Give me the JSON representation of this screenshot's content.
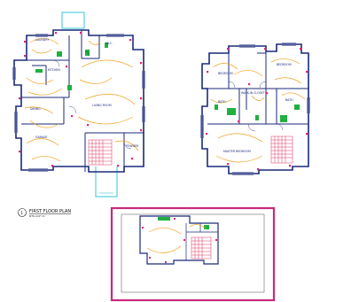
{
  "colors": {
    "wall": "#1b2a7a",
    "circuit": "#f0a020",
    "outlet": "#e0267a",
    "fixture": "#20b040",
    "stair": "#e03060",
    "deck": "#35c6d8",
    "viewport_frame": "#c8297a",
    "background": "#ffffff"
  },
  "drawing": {
    "title": "FIRST FLOOR PLAN",
    "scale": "NTS-1/4\"=1'",
    "marker_number": "1"
  },
  "first_floor_rooms": [
    {
      "key": "laundry",
      "name": "LAUNDRY"
    },
    {
      "key": "kitchen",
      "name": "KITCHEN"
    },
    {
      "key": "living",
      "name": "LIVING ROOM"
    },
    {
      "key": "dining",
      "name": "DINING"
    },
    {
      "key": "garage",
      "name": "GARAGE"
    },
    {
      "key": "powder",
      "name": "POWDER"
    },
    {
      "key": "wc",
      "name": "W.C."
    }
  ],
  "second_floor_rooms": [
    {
      "key": "bedroom2",
      "name": "BEDROOM"
    },
    {
      "key": "bedroom3",
      "name": "BEDROOM"
    },
    {
      "key": "bath2",
      "name": "BATH"
    },
    {
      "key": "master",
      "name": "MASTER BEDROOM"
    },
    {
      "key": "closet",
      "name": "WALK-IN CLOSET"
    },
    {
      "key": "mbath",
      "name": "BATH"
    }
  ]
}
